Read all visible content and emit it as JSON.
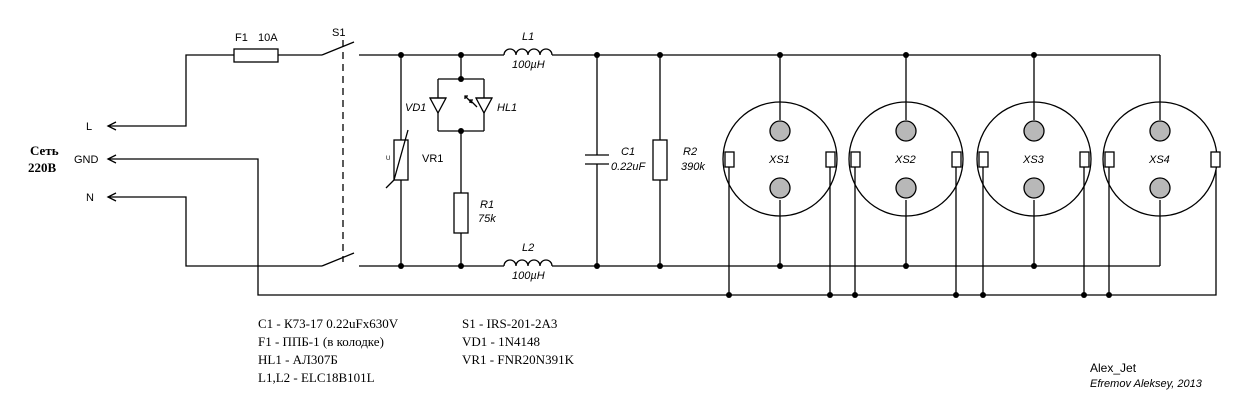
{
  "mains": {
    "line1": "Сеть",
    "line2": "220В"
  },
  "terminals": {
    "l": "L",
    "gnd": "GND",
    "n": "N"
  },
  "labels": {
    "f1": "F1",
    "f1_rating": "10A",
    "s1": "S1",
    "l1": "L1",
    "l1_value": "100µH",
    "l2": "L2",
    "l2_value": "100µH",
    "vd1": "VD1",
    "hl1": "HL1",
    "vr1": "VR1",
    "vr1_symbol": "U",
    "r1": "R1",
    "r1_value": "75k",
    "c1": "C1",
    "c1_value": "0.22uF",
    "r2": "R2",
    "r2_value": "390k",
    "xs1": "XS1",
    "xs2": "XS2",
    "xs3": "XS3",
    "xs4": "XS4"
  },
  "parts_list": {
    "left": [
      "C1 - К73-17 0.22uFx630V",
      "F1 - ППБ-1 (в колодке)",
      "HL1 - АЛ307Б",
      "L1,L2 - ELC18B101L"
    ],
    "right": [
      "S1 - IRS-201-2A3",
      "VD1 - 1N4148",
      "VR1 - FNR20N391K"
    ]
  },
  "credits": {
    "author": "Alex_Jet",
    "signature": "Efremov Aleksey, 2013"
  }
}
